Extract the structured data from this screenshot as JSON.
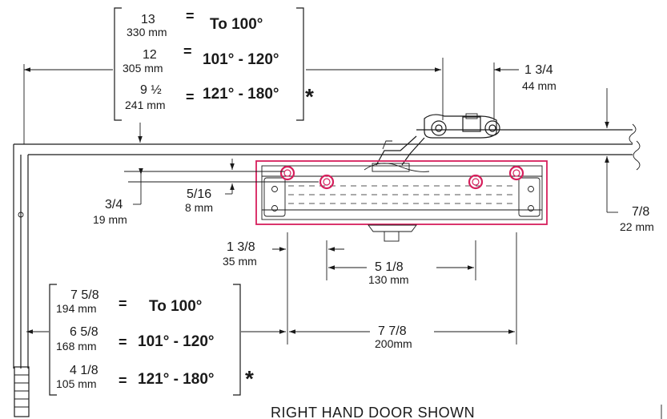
{
  "top_block": {
    "row1": {
      "inch": "13",
      "mm": "330 mm",
      "eq": "=",
      "angle": "To 100°"
    },
    "row2": {
      "inch": "12",
      "mm": "305 mm",
      "eq": "=",
      "angle": "101° - 120°"
    },
    "row3": {
      "inch": "9 ½",
      "mm": "241 mm",
      "eq": "=",
      "angle": "121° - 180°",
      "asterisk": "*"
    }
  },
  "bottom_block": {
    "row1": {
      "inch": "7 5/8",
      "mm": "194 mm",
      "eq": "=",
      "angle": "To 100°"
    },
    "row2": {
      "inch": "6 5/8",
      "mm": "168 mm",
      "eq": "=",
      "angle": "101° - 120°"
    },
    "row3": {
      "inch": "4 1/8",
      "mm": "105 mm",
      "eq": "=",
      "angle": "121° - 180°",
      "asterisk": "*"
    }
  },
  "dims": {
    "arm_offset": {
      "inch": "1 3/4",
      "mm": "44 mm"
    },
    "frame_offset": {
      "inch": "7/8",
      "mm": "22 mm"
    },
    "top_left": {
      "inch": "3/4",
      "mm": "19 mm"
    },
    "top_hole": {
      "inch": "5/16",
      "mm": "8 mm"
    },
    "left_hole": {
      "inch": "1 3/8",
      "mm": "35 mm"
    },
    "inner_holes": {
      "inch": "5 1/8",
      "mm": "130 mm"
    },
    "outer_holes": {
      "inch": "7 7/8",
      "mm": "200mm"
    }
  },
  "caption": "RIGHT HAND DOOR SHOWN",
  "colors": {
    "highlight": "#d61f5c",
    "line": "#1a1a1a"
  }
}
